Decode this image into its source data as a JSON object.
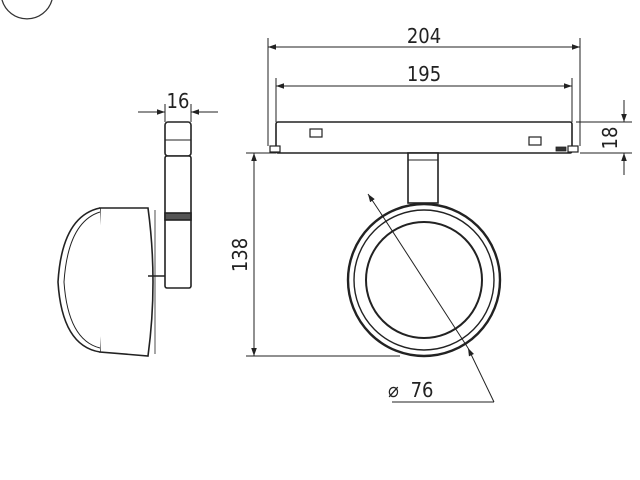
{
  "dimensions": {
    "total_length": "204",
    "inner_length": "195",
    "track_height": "18",
    "overall_height": "138",
    "head_diameter": "76",
    "diameter_symbol": "⌀",
    "mount_width": "16"
  }
}
